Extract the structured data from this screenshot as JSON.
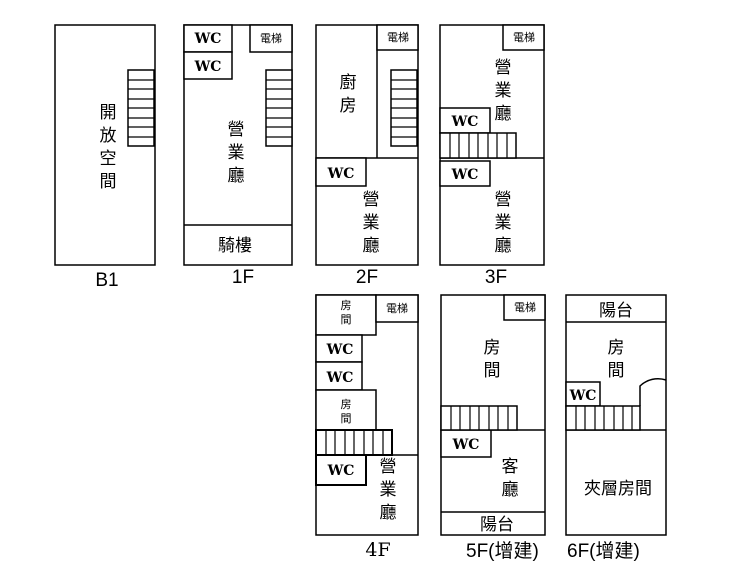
{
  "floors": {
    "b1": {
      "label": "B1",
      "rooms": {
        "open_space": "開放空間"
      }
    },
    "f1": {
      "label": "1F",
      "rooms": {
        "wc1": "WC",
        "wc2": "WC",
        "elevator": "電梯",
        "hall": "營業廳",
        "arcade": "騎樓"
      }
    },
    "f2": {
      "label": "2F",
      "rooms": {
        "kitchen": "廚房",
        "elevator": "電梯",
        "wc": "WC",
        "hall": "營業廳"
      }
    },
    "f3": {
      "label": "3F",
      "rooms": {
        "elevator": "電梯",
        "hall_upper": "營業廳",
        "wc1": "WC",
        "wc2": "WC",
        "hall_lower": "營業廳"
      }
    },
    "f4": {
      "label": "4F",
      "rooms": {
        "room1": "房間",
        "elevator": "電梯",
        "wc1": "WC",
        "wc2": "WC",
        "room2": "房間",
        "wc3": "WC",
        "hall": "營業廳"
      }
    },
    "f5": {
      "label": "5F(增建)",
      "rooms": {
        "elevator": "電梯",
        "room": "房間",
        "wc": "WC",
        "living": "客廳",
        "balcony": "陽台"
      }
    },
    "f6": {
      "label": "6F(增建)",
      "rooms": {
        "balcony": "陽台",
        "room": "房間",
        "wc": "WC",
        "mezzanine": "夾層房間"
      }
    }
  }
}
